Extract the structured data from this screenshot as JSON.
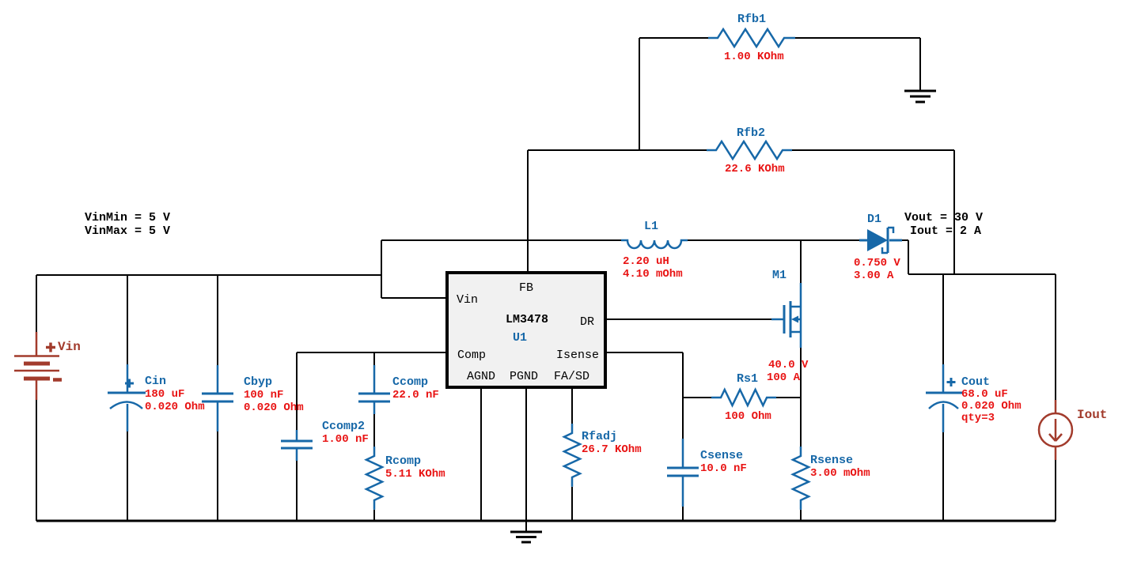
{
  "colors": {
    "wire": "#000000",
    "symbol_blue": "#1768a8",
    "value_red": "#e81313",
    "source_brown": "#a23b2c",
    "ic_fill": "#f1f1f1"
  },
  "annotations": {
    "vin_min": "VinMin = 5 V",
    "vin_max": "VinMax = 5 V",
    "vout": "Vout = 30 V",
    "iout": "Iout = 2 A"
  },
  "ic": {
    "part": "LM3478",
    "ref": "U1",
    "pins": {
      "vin": "Vin",
      "fb": "FB",
      "dr": "DR",
      "comp": "Comp",
      "isense": "Isense",
      "agnd": "AGND",
      "pgnd": "PGND",
      "fasd": "FA/SD"
    }
  },
  "components": {
    "vin_source": {
      "label": "Vin",
      "plus": "+",
      "minus": "-"
    },
    "cin": {
      "label": "Cin",
      "plus": "+",
      "values": [
        "180 uF",
        "0.020 Ohm"
      ]
    },
    "cbyp": {
      "label": "Cbyp",
      "values": [
        "100 nF",
        "0.020 Ohm"
      ]
    },
    "ccomp2": {
      "label": "Ccomp2",
      "values": [
        "1.00 nF"
      ]
    },
    "ccomp": {
      "label": "Ccomp",
      "values": [
        "22.0 nF"
      ]
    },
    "rcomp": {
      "label": "Rcomp",
      "values": [
        "5.11 KOhm"
      ]
    },
    "rfadj": {
      "label": "Rfadj",
      "values": [
        "26.7 KOhm"
      ]
    },
    "rfb1": {
      "label": "Rfb1",
      "values": [
        "1.00 KOhm"
      ]
    },
    "rfb2": {
      "label": "Rfb2",
      "values": [
        "22.6 KOhm"
      ]
    },
    "l1": {
      "label": "L1",
      "values": [
        "2.20 uH",
        "4.10 mOhm"
      ]
    },
    "m1": {
      "label": "M1",
      "node_values": [
        "40.0 V",
        "100 A"
      ]
    },
    "rs1": {
      "label": "Rs1",
      "values": [
        "100 Ohm"
      ]
    },
    "csense": {
      "label": "Csense",
      "values": [
        "10.0 nF"
      ]
    },
    "rsense": {
      "label": "Rsense",
      "values": [
        "3.00 mOhm"
      ]
    },
    "d1": {
      "label": "D1",
      "values": [
        "0.750 V",
        "3.00 A"
      ]
    },
    "cout": {
      "label": "Cout",
      "plus": "+",
      "values": [
        "68.0 uF",
        "0.020 Ohm",
        "qty=3"
      ]
    },
    "iout_source": {
      "label": "Iout"
    }
  }
}
